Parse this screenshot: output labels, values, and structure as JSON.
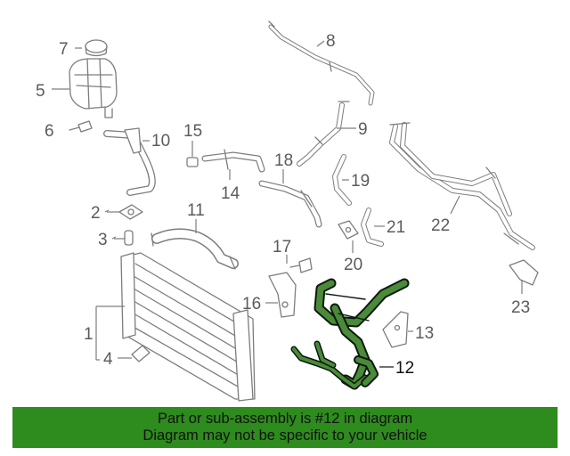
{
  "diagram": {
    "highlighted_part": "12",
    "callouts": [
      "1",
      "2",
      "3",
      "4",
      "5",
      "6",
      "7",
      "8",
      "9",
      "10",
      "11",
      "12",
      "13",
      "14",
      "15",
      "16",
      "17",
      "18",
      "19",
      "20",
      "21",
      "22",
      "23"
    ]
  },
  "banner": {
    "line1": "Part or sub-assembly is #12 in diagram",
    "line2": "Diagram may not be specific to your vehicle",
    "background": "#2e8b1e"
  },
  "colors": {
    "line_art": "#7d7d7d",
    "highlight": "#4a8a3a",
    "highlight_outline": "#0b1a0b"
  }
}
